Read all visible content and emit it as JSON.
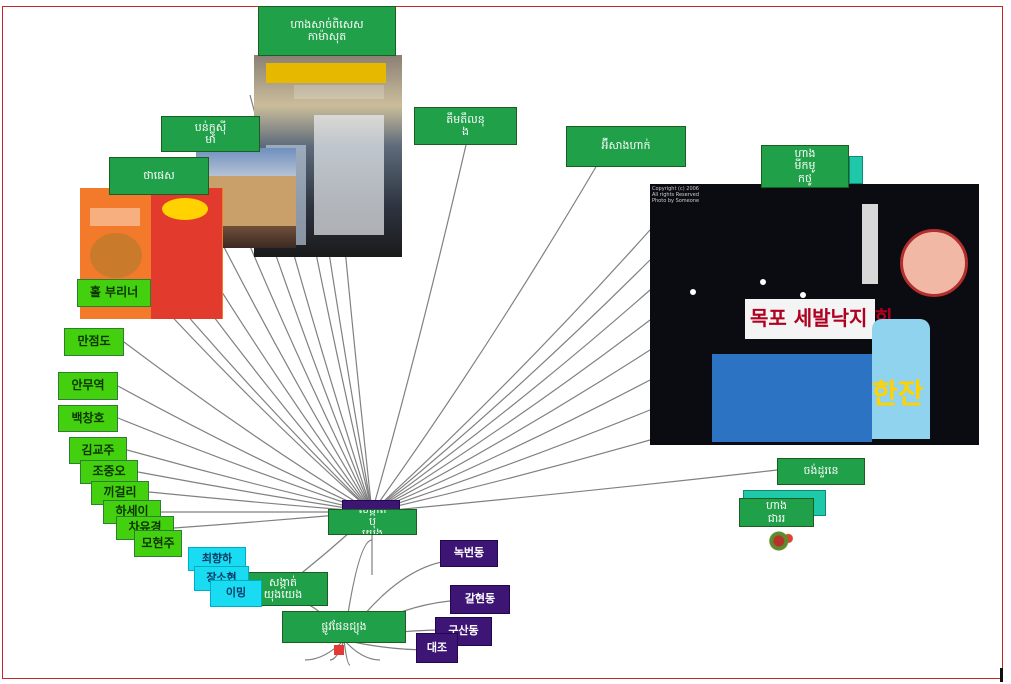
{
  "diagram": {
    "center_node": "សង្កាត់\nបុ\nយេង",
    "bottom_node": "ផ្លូវផែនជ្យុង",
    "nodes_green": [
      "ហាងសាច់ពិសេស\nកាម៉ាសុត",
      "បន់ក្លូស៊ី\nមា",
      "ថាផេស",
      "តឹមតឹលនុ\nង",
      "អ៊ីសាងហាក់",
      "ហាង\nមីកមូ\nកថូ",
      "ចង់ដួរនេ",
      "ហាង\nជាររ",
      "សង្កាត់\nយុងយេង"
    ],
    "nodes_lime": [
      "홀 부리너",
      "만점도",
      "안무역",
      "백창호",
      "김교주",
      "조중오",
      "끼걸리",
      "하세이",
      "차유경",
      "모현주"
    ],
    "nodes_cyan": [
      "최향하",
      "장소현",
      "이밍"
    ],
    "nodes_purple": [
      "녹번동",
      "갈현동",
      "구산동",
      "대조"
    ],
    "photo_caption": "Copyright (c) 2006\nAll rights Reserved\nPhoto by Someone",
    "photo_shop_sign": "목포 세발낙지 회",
    "photo_big_sign": "한잔",
    "colors": {
      "frame": "#c62828",
      "link": "#808080",
      "green": "#21a04a",
      "lime": "#43d00e",
      "cyan": "#19dcf2",
      "purple": "#3d1574"
    }
  }
}
